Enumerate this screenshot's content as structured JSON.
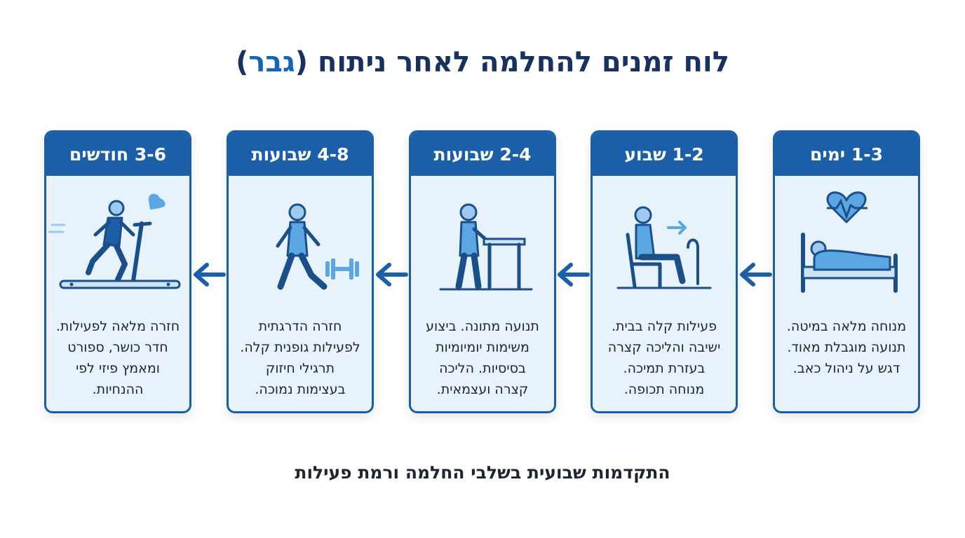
{
  "title": {
    "main": "לוח זמנים להחלמה לאחר ניתוח",
    "paren_open": "(",
    "accent": "גבר",
    "paren_close": ")"
  },
  "stages": [
    {
      "header": "1-3 ימים",
      "icon": "hospital-bed-heart-icon",
      "lines": [
        "מנוחה מלאה במיטה.",
        "תנועה מוגבלת מאוד.",
        "דגש על ניהול כאב."
      ]
    },
    {
      "header": "1-2 שבוע",
      "icon": "seated-man-cane-icon",
      "lines": [
        "פעילות קלה בבית.",
        "ישיבה והליכה קצרה",
        "בעזרת תמיכה.",
        "מנוחה תכופה."
      ]
    },
    {
      "header": "2-4 שבועות",
      "icon": "standing-man-table-icon",
      "lines": [
        "תנועה מתונה. ביצוע",
        "משימות יומיומיות",
        "בסיסיות. הליכה",
        "קצרה ועצמאית."
      ]
    },
    {
      "header": "4-8 שבועות",
      "icon": "walking-man-dumbbell-icon",
      "lines": [
        "חזרה הדרגתית",
        "לפעילות גופנית קלה.",
        "תרגילי חיזוק",
        "בעצימות נמוכה."
      ]
    },
    {
      "header": "3-6 חודשים",
      "icon": "running-treadmill-muscle-icon",
      "lines": [
        "חזרה מלאה לפעילות.",
        "חדר כושר, ספורט",
        "ומאמץ פיזי לפי",
        "ההנחיות."
      ]
    }
  ],
  "caption": "התקדמות שבועית בשלבי החלמה ורמת פעילות",
  "colors": {
    "primary": "#1a5fa7",
    "card_bg": "#e8f2fb",
    "icon_fill": "#5aa7e3",
    "title": "#17325e",
    "accent": "#1565b3"
  }
}
